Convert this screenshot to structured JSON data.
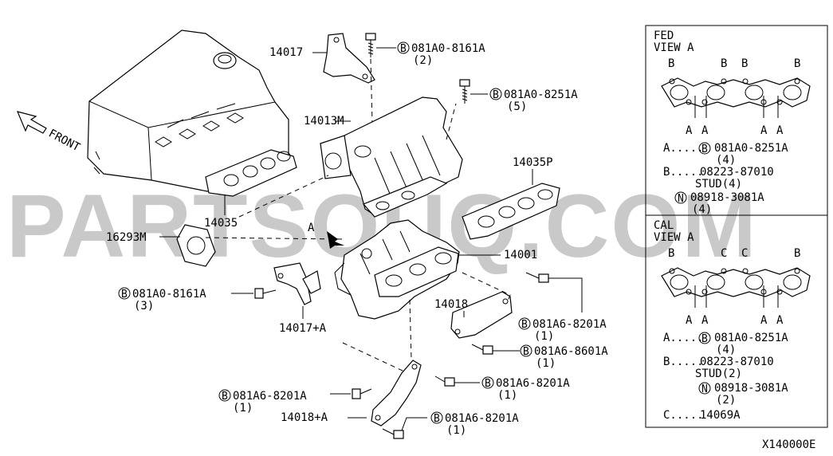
{
  "watermark": "PARTSOUQ.COM",
  "front_label": "FRONT",
  "part_labels": {
    "p14017": "14017",
    "p14013M": "14013M",
    "p14035": "14035",
    "p16293M": "16293M",
    "p14035P": "14035P",
    "p14001": "14001",
    "pA": "A",
    "p14017A": "14017+A",
    "p14018": "14018",
    "p14018A": "14018+A"
  },
  "bolts": {
    "b1": {
      "code": "081A0-8161A",
      "qty": "(2)",
      "prefix": "B"
    },
    "b2": {
      "code": "081A0-8251A",
      "qty": "(5)",
      "prefix": "B"
    },
    "b3": {
      "code": "081A0-8161A",
      "qty": "(3)",
      "prefix": "B"
    },
    "b4": {
      "code": "081A6-8201A",
      "qty": "(1)",
      "prefix": "B"
    },
    "b5": {
      "code": "081A6-8601A",
      "qty": "(1)",
      "prefix": "B"
    },
    "b6": {
      "code": "081A6-8201A",
      "qty": "(1)",
      "prefix": "B"
    },
    "b7": {
      "code": "081A6-8201A",
      "qty": "(1)",
      "prefix": "B"
    },
    "b8": {
      "code": "081A6-8201A",
      "qty": "(1)",
      "prefix": "B"
    }
  },
  "fed_panel": {
    "title1": "FED",
    "title2": "VIEW A",
    "top_letters": [
      "B",
      "B",
      "B",
      "B"
    ],
    "bottom_letters": [
      "A",
      "A",
      "A",
      "A"
    ],
    "legend": [
      {
        "key": "A",
        "dots": "A.....",
        "circle": "B",
        "text": "081A0-8251A",
        "qty": "(4)"
      },
      {
        "key": "B",
        "dots": "B.....",
        "circle": "",
        "text": "08223-87010",
        "qty": ""
      },
      {
        "key": "",
        "dots": "",
        "circle": "",
        "text": "STUD(4)",
        "qty": ""
      },
      {
        "key": "",
        "dots": "",
        "circle": "N",
        "text": "08918-3081A",
        "qty": "(4)"
      }
    ]
  },
  "cal_panel": {
    "title1": "CAL",
    "title2": "VIEW A",
    "top_letters": [
      "B",
      "C",
      "C",
      "B"
    ],
    "bottom_letters": [
      "A",
      "A",
      "A",
      "A"
    ],
    "legend": [
      {
        "key": "A",
        "dots": "A.....",
        "circle": "B",
        "text": "081A0-8251A",
        "qty": "(4)"
      },
      {
        "key": "B",
        "dots": "B.....",
        "circle": "",
        "text": "08223-87010",
        "qty": ""
      },
      {
        "key": "",
        "dots": "",
        "circle": "",
        "text": "STUD(2)",
        "qty": ""
      },
      {
        "key": "",
        "dots": "",
        "circle": "N",
        "text": "08918-3081A",
        "qty": "(2)"
      },
      {
        "key": "C",
        "dots": "C.....",
        "circle": "",
        "text": "14069A",
        "qty": ""
      }
    ]
  },
  "diagram_id": "X140000E"
}
